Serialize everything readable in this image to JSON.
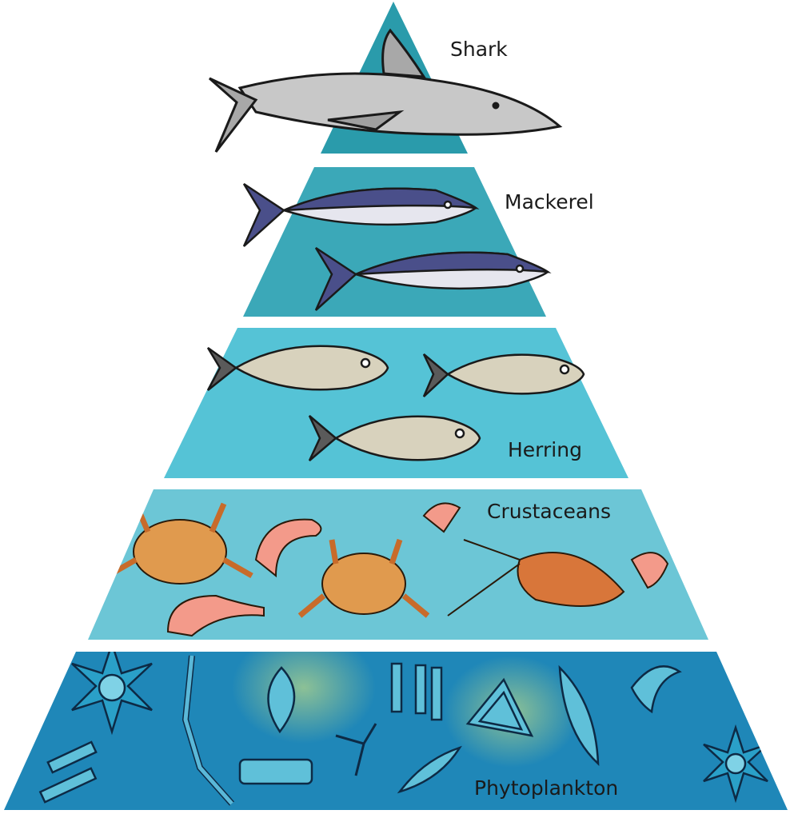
{
  "diagram": {
    "tiers": [
      {
        "id": "shark",
        "label": "Shark",
        "color": "#2a9bab"
      },
      {
        "id": "mackerel",
        "label": "Mackerel",
        "color": "#3ba8b8"
      },
      {
        "id": "herring",
        "label": "Herring",
        "color": "#55c3d6"
      },
      {
        "id": "crustaceans",
        "label": "Crustaceans",
        "color": "#6cc6d6"
      },
      {
        "id": "phytoplankton",
        "label": "Phytoplankton",
        "color": "#1f87b8"
      }
    ]
  }
}
